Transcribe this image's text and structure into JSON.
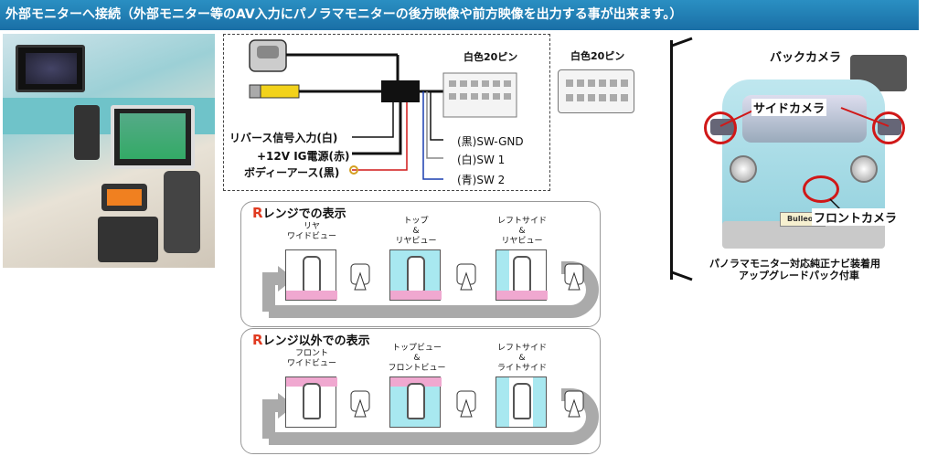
{
  "header": {
    "title": "外部モニターへ接続（外部モニター等のAV入力にパノラマモニターの後方映像や前方映像を出力する事が出来ます。）"
  },
  "wiring": {
    "connector_label_1": "白色20ピン",
    "connector_label_2": "白色20ピン",
    "wires": [
      "リバース信号入力(白)",
      "+12V IG電源(赤)",
      "ボディーアース(黒)"
    ],
    "switches": [
      "(黒)SW-GND",
      "(白)SW 1",
      "(青)SW 2"
    ]
  },
  "car": {
    "back_camera": "バックカメラ",
    "side_camera": "サイドカメラ",
    "front_camera": "フロントカメラ",
    "plate": "Bulleon",
    "caption_line1": "パノラマモニター対応純正ナビ装着用",
    "caption_line2": "アップグレードパック付車"
  },
  "panel_r": {
    "title_r": "R",
    "title": "レンジでの表示",
    "views": [
      {
        "label": "リヤ\nワイドビュー"
      },
      {
        "label": "トップ\n&\nリヤビュー"
      },
      {
        "label": "レフトサイド\n&\nリヤビュー"
      }
    ]
  },
  "panel_other": {
    "title_r": "R",
    "title": "レンジ以外での表示",
    "views": [
      {
        "label": "フロント\nワイドビュー"
      },
      {
        "label": "トップビュー\n&\nフロントビュー"
      },
      {
        "label": "レフトサイド\n&\nライトサイド"
      }
    ]
  },
  "colors": {
    "header": "#1f7db5",
    "red": "#d01818",
    "pink": "#f0a8d0",
    "cyan": "#a8e8f0"
  }
}
